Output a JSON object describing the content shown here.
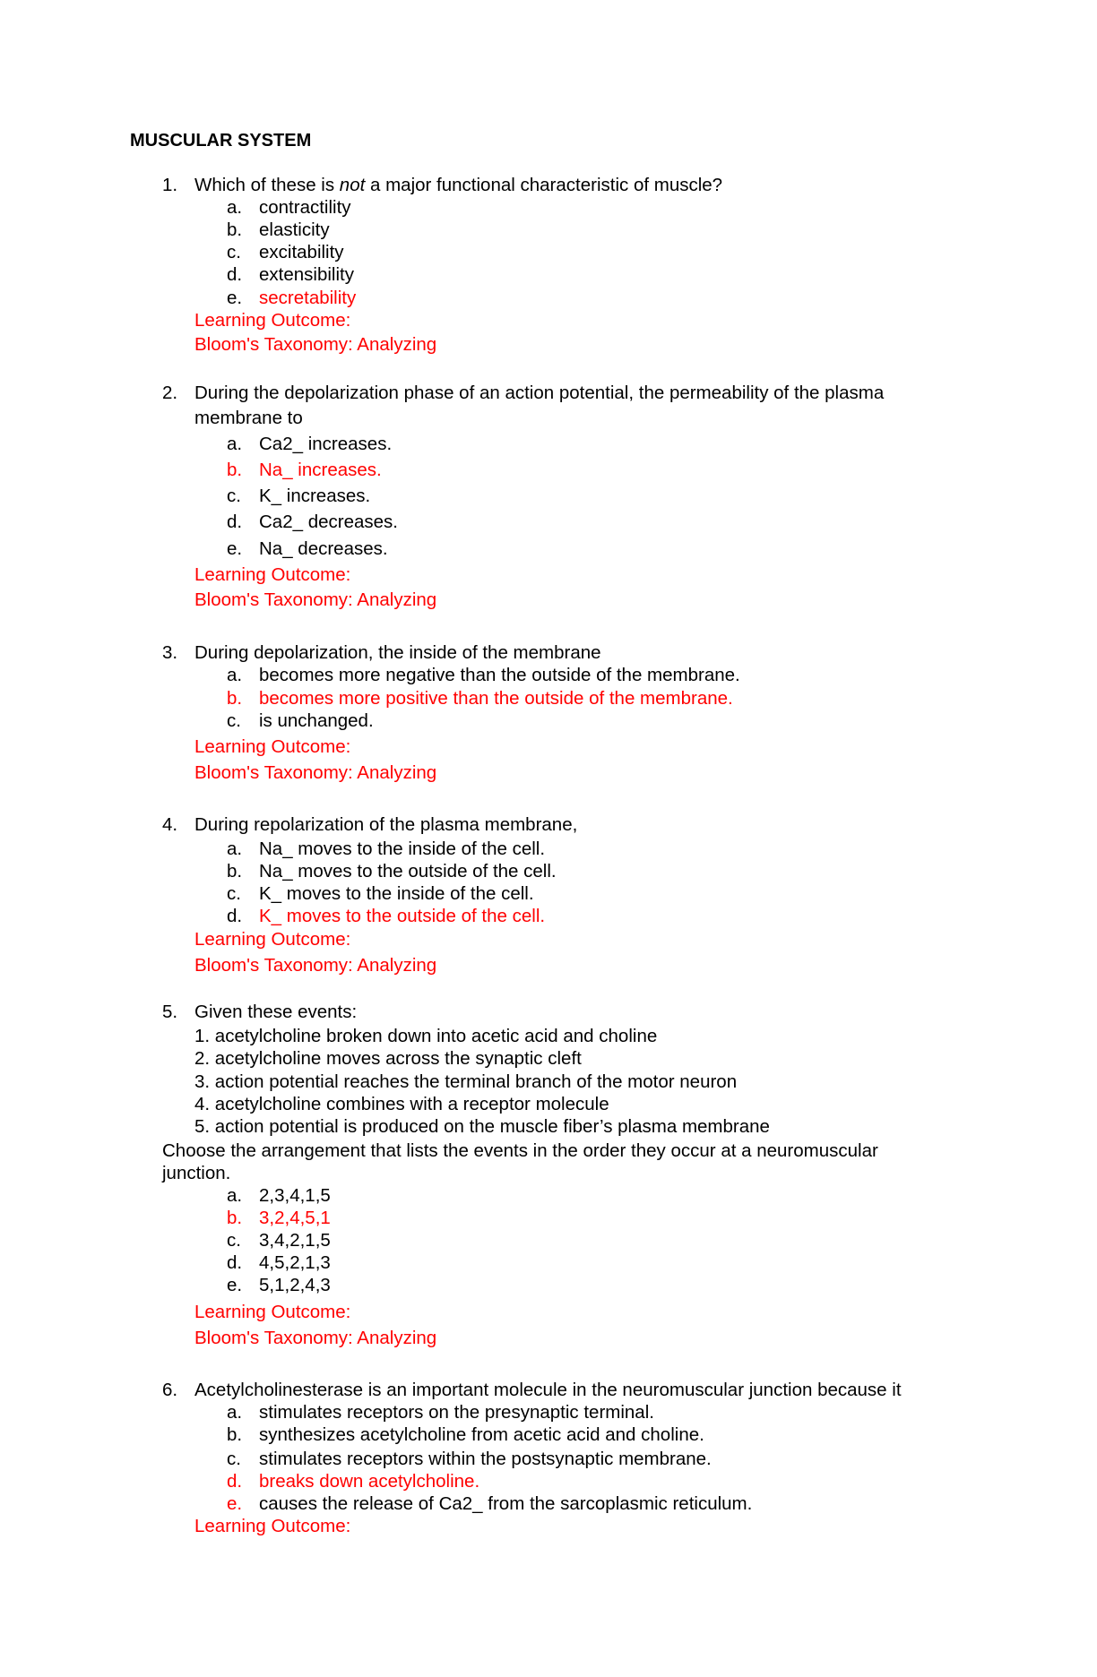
{
  "document": {
    "title": "MUSCULAR SYSTEM",
    "accent_color": "#ff0000",
    "questions": [
      {
        "number": "1.",
        "stem_before": "Which of these is ",
        "stem_italic": "not",
        "stem_after": " a major functional characteristic of muscle?",
        "options": [
          {
            "label": "a.",
            "text": "contractility",
            "correct": false
          },
          {
            "label": "b.",
            "text": "elasticity",
            "correct": false
          },
          {
            "label": "c.",
            "text": "excitability",
            "correct": false
          },
          {
            "label": "d.",
            "text": "extensibility",
            "correct": false
          },
          {
            "label": "e.",
            "text": "secretability",
            "correct": true
          }
        ],
        "learning_outcome": "Learning Outcome:",
        "blooms": "Bloom's Taxonomy:  Analyzing"
      },
      {
        "number": "2.",
        "stem_line1": "During the depolarization phase of an action potential, the permeability of the plasma",
        "stem_line2": "membrane to",
        "options": [
          {
            "label": "a.",
            "text": "Ca2_ increases.",
            "correct": false
          },
          {
            "label": "b.",
            "text": "Na_ increases.",
            "correct": true
          },
          {
            "label": "c.",
            "text": "K_ increases.",
            "correct": false
          },
          {
            "label": "d.",
            "text": "Ca2_ decreases.",
            "correct": false
          },
          {
            "label": "e.",
            "text": "Na_ decreases.",
            "correct": false
          }
        ],
        "learning_outcome": "Learning Outcome:",
        "blooms": "Bloom's Taxonomy:  Analyzing"
      },
      {
        "number": "3.",
        "stem": "During depolarization, the inside of the membrane",
        "options": [
          {
            "label": "a.",
            "text": "becomes more negative than the outside of the membrane.",
            "correct": false
          },
          {
            "label": "b.",
            "text": "becomes more positive than the outside of the membrane.",
            "correct": true
          },
          {
            "label": "c.",
            "text": "is unchanged.",
            "correct": false
          }
        ],
        "learning_outcome": "Learning Outcome:",
        "blooms": "Bloom's Taxonomy:  Analyzing"
      },
      {
        "number": "4.",
        "stem": "During repolarization of the plasma membrane,",
        "options": [
          {
            "label": "a.",
            "text": "Na_ moves to the inside of the cell.",
            "correct": false
          },
          {
            "label": "b.",
            "text": "Na_ moves to the outside of the cell.",
            "correct": false
          },
          {
            "label": "c.",
            "text": "K_ moves to the inside of the cell.",
            "correct": false
          },
          {
            "label": "d.",
            "text": "K_ moves to the outside of the cell.",
            "correct": true
          }
        ],
        "learning_outcome": "Learning Outcome:",
        "blooms": "Bloom's Taxonomy:  Analyzing"
      },
      {
        "number": "5.",
        "stem": "Given these events:",
        "events": [
          "1. acetylcholine broken down into acetic acid and choline",
          "2. acetylcholine moves across the synaptic cleft",
          "3. action potential reaches the terminal branch of the motor neuron",
          "4. acetylcholine combines with a receptor molecule",
          "5. action potential is produced on the muscle fiber’s plasma membrane"
        ],
        "prompt_line1": "Choose the arrangement that lists the events in the order they occur at a neuromuscular",
        "prompt_line2": "junction.",
        "options": [
          {
            "label": "a.",
            "text": "2,3,4,1,5",
            "correct": false
          },
          {
            "label": "b.",
            "text": "3,2,4,5,1",
            "correct": true
          },
          {
            "label": "c.",
            "text": "3,4,2,1,5",
            "correct": false
          },
          {
            "label": "d.",
            "text": "4,5,2,1,3",
            "correct": false
          },
          {
            "label": "e.",
            "text": "5,1,2,4,3",
            "correct": false
          }
        ],
        "learning_outcome": "Learning Outcome:",
        "blooms": "Bloom's Taxonomy:  Analyzing"
      },
      {
        "number": "6.",
        "stem": "Acetylcholinesterase is an important molecule in the neuromuscular junction because it",
        "options": [
          {
            "label": "a.",
            "text": "stimulates receptors on the presynaptic terminal.",
            "correct": false
          },
          {
            "label": "b.",
            "text": "synthesizes acetylcholine from acetic acid and choline.",
            "correct": false
          },
          {
            "label": "c.",
            "text": "stimulates receptors within the postsynaptic membrane.",
            "correct": false
          },
          {
            "label": "d.",
            "text": "breaks down acetylcholine.",
            "correct": true
          },
          {
            "label": "e.",
            "text": "causes the release of Ca2_ from the sarcoplasmic reticulum.",
            "correct": false,
            "label_red": true
          }
        ],
        "learning_outcome": "Learning Outcome:"
      }
    ]
  }
}
